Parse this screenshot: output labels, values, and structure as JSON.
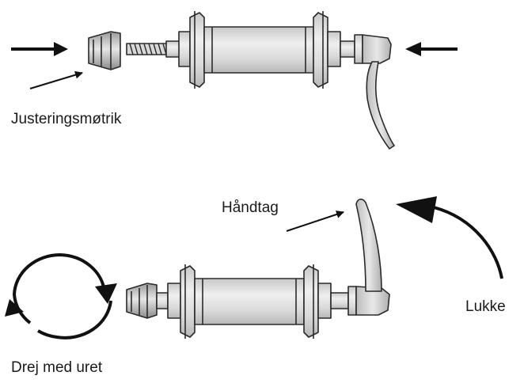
{
  "labels": {
    "adjusting_nut": "Justeringsmøtrik",
    "lever": "Håndtag",
    "close": "Lukke",
    "turn_clockwise": "Drej med uret"
  },
  "colors": {
    "hub_fill": "#e2e2e2",
    "part_fill": "#cfcfcf",
    "stroke": "#2a2a2a",
    "arrow": "#111111"
  }
}
